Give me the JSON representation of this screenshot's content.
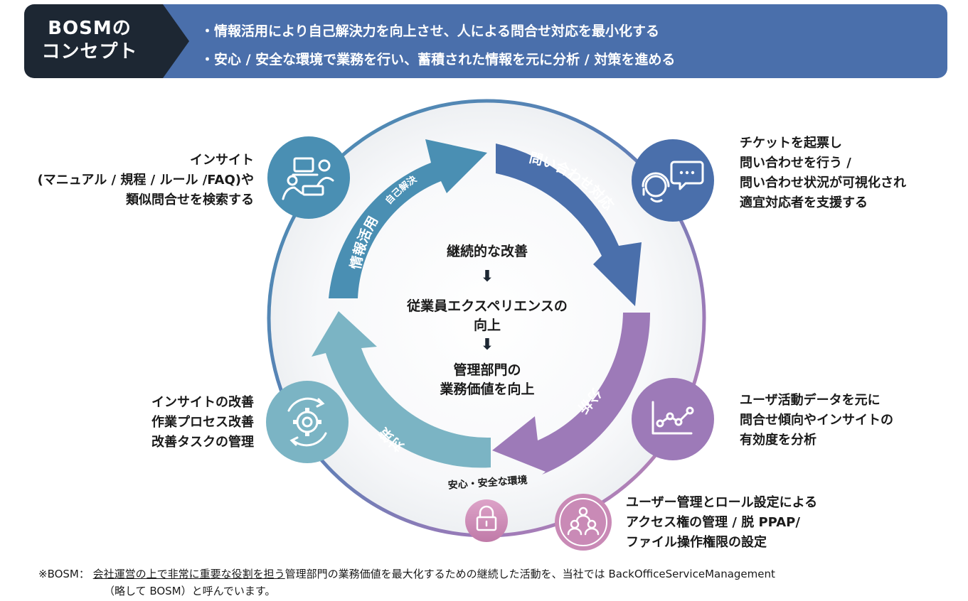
{
  "banner": {
    "title_line1": "BOSMの",
    "title_line2": "コンセプト",
    "bullet1": "・情報活用により自己解決力を向上させ、人による問合せ対応を最小化する",
    "bullet2": "・安心 / 安全な環境で業務を行い、蓄積された情報を元に分析 / 対策を進める"
  },
  "cycle": {
    "arrow_info": "情報活用",
    "arrow_info_sub": "自己解決",
    "arrow_inquiry": "問い合わせ対応",
    "arrow_analysis": "分析",
    "arrow_measures": "対策",
    "safe_env": "安心・安全な環境"
  },
  "center": {
    "line1": "継続的な改善",
    "line2a": "従業員エクスペリエンスの",
    "line2b": "向上",
    "line3a": "管理部門の",
    "line3b": "業務価値を向上",
    "arrow_glyph": "⬇"
  },
  "insight": {
    "line1": "インサイト",
    "line2": "(マニュアル / 規程 / ルール /FAQ)や",
    "line3": "類似問合せを検索する"
  },
  "ticket": {
    "line1": "チケットを起票し",
    "line2": "問い合わせを行う /",
    "line3": "問い合わせ状況が可視化され",
    "line4": "適宜対応者を支援する"
  },
  "analysis": {
    "line1": "ユーザ活動データを元に",
    "line2": "問合せ傾向やインサイトの",
    "line3": "有効度を分析"
  },
  "improve": {
    "line1": "インサイトの改善",
    "line2": "作業プロセス改善",
    "line3": "改善タスクの管理"
  },
  "access": {
    "line1": "ユーザー管理とロール設定による",
    "line2": "アクセス権の管理 / 脱 PPAP/",
    "line3": "ファイル操作権限の設定"
  },
  "footnote": {
    "label": "※BOSM：",
    "underlined": "会社運営の上で非常に重要な役割を担う",
    "rest": "管理部門の業務価値を最大化するための継続した活動を、当社では BackOfficeServiceManagement",
    "line2": "（略して BOSM）と呼んでいます。"
  },
  "colors": {
    "banner_dark": "#1d2733",
    "banner_blue": "#4a6fab",
    "info_teal": "#4a8fb3",
    "inquiry_blue": "#4a6fab",
    "analysis_purple": "#9d7ab8",
    "measures_teal": "#7bb4c4",
    "lock_pink": "#c98ab6"
  },
  "icons": [
    "people-computer-icon",
    "headset-chat-icon",
    "line-graph-icon",
    "gear-cycle-icon",
    "lock-icon",
    "user-group-icon"
  ]
}
